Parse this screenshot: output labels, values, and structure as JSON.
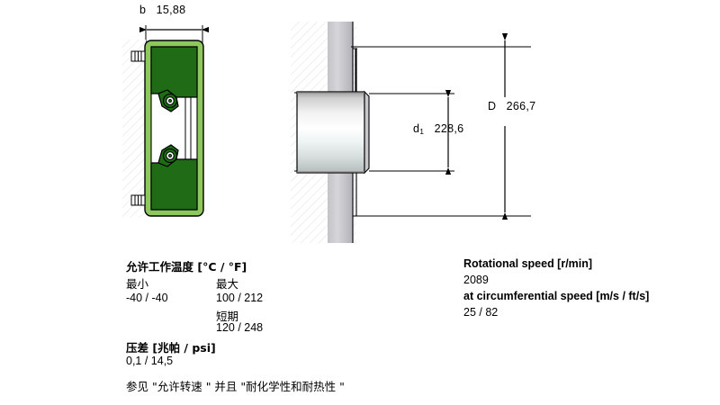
{
  "drawing": {
    "left_view": {
      "width_dim_label": "b",
      "width_dim_value": "15,88"
    },
    "right_view": {
      "outer_dim_label": "D",
      "outer_dim_value": "266,7",
      "inner_dim_label": "d",
      "inner_dim_subscript": "1",
      "inner_dim_value": "228,6"
    }
  },
  "specs_left": {
    "temperature": {
      "title": "允许工作温度 [°C / °F]",
      "min_header": "最小",
      "max_header": "最大",
      "min_value": "-40   /   -40",
      "max_value": "100  /   212",
      "short_term_header": "短期",
      "short_term_value": "120  /   248"
    },
    "pressure": {
      "title": "压差 [兆帕 / psi]",
      "value": "0,1   /   14,5"
    },
    "note": "参见 \"允许转速 \" 并且 \"耐化学性和耐热性 \""
  },
  "specs_right": {
    "rotational_speed": {
      "title": "Rotational speed [r/min]",
      "value": "2089"
    },
    "circumferential_speed": {
      "title": "at circumferential speed [m/s / ft/s]",
      "value": "25    /    82"
    }
  },
  "colors": {
    "seal_dark_green": "#1f6b16",
    "seal_light_green": "#8cc85e",
    "seal_outline": "#000000",
    "shaft_gray": "#b9b9b9",
    "hatch_gray": "#c9c9c9"
  }
}
